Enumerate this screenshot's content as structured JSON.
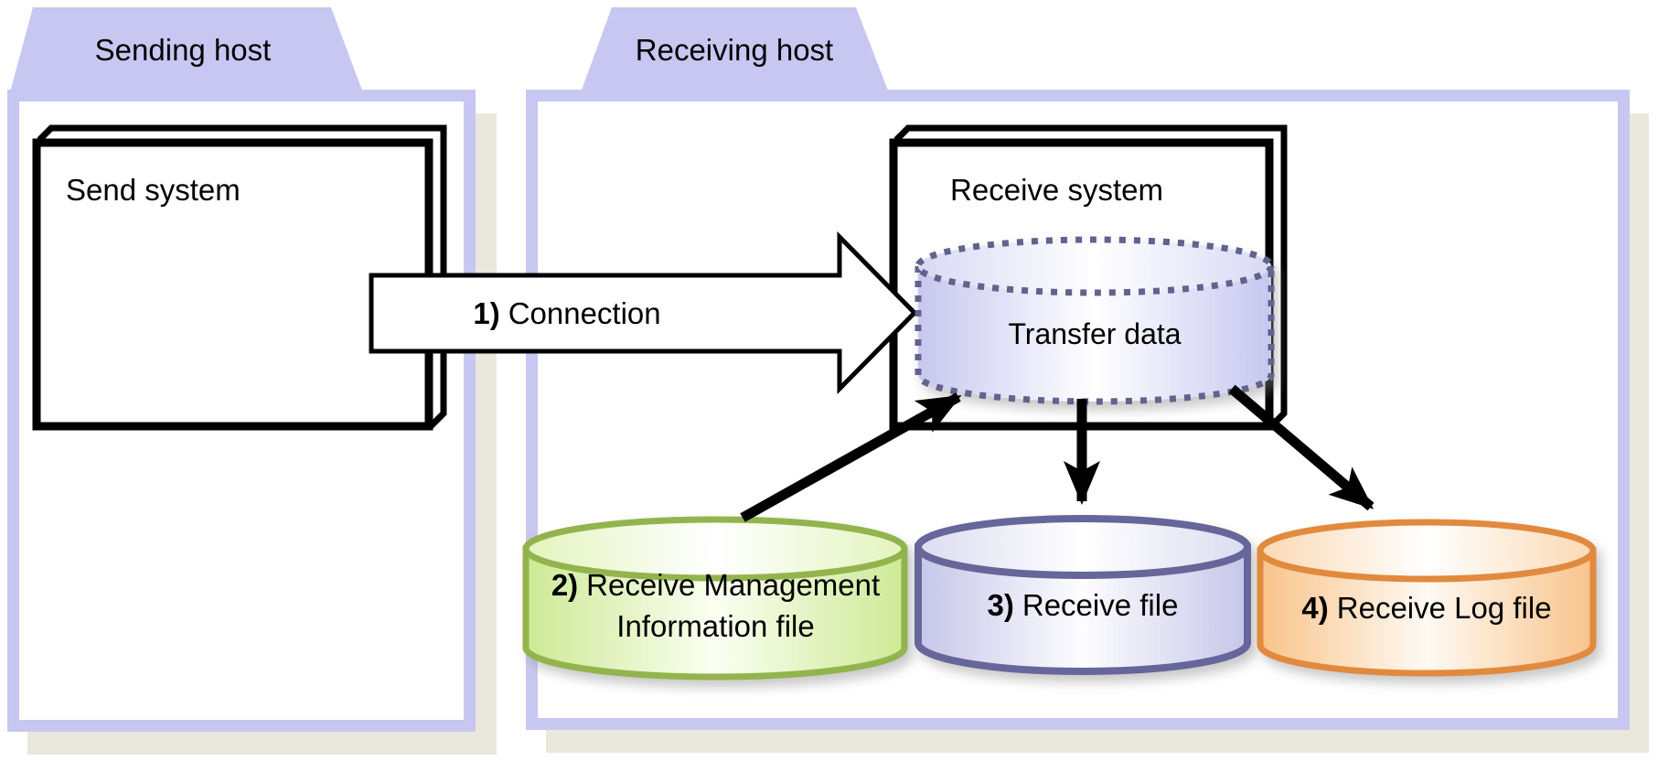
{
  "hosts": {
    "sending": {
      "tab_label": "Sending host",
      "system_label": "Send system"
    },
    "receiving": {
      "tab_label": "Receiving host",
      "system_label": "Receive system"
    }
  },
  "transfer_store": {
    "label": "Transfer data"
  },
  "flows": {
    "connection": {
      "num": "1)",
      "label": "Connection"
    },
    "mgmt_file": {
      "num": "2)",
      "line1": "Receive Management",
      "line2": "Information file"
    },
    "receive_file": {
      "num": "3)",
      "label": "Receive file"
    },
    "log_file": {
      "num": "4)",
      "label": "Receive Log file"
    }
  },
  "colors": {
    "folder_border": "#c7c7f2",
    "folder_shadow": "#eae8dc",
    "box_border": "#000000",
    "block_arrow_fill": "#ffffff",
    "arrow_color": "#000000",
    "transfer_dots": "#62628e",
    "transfer_fill_edge": "#c7c7f0",
    "green_border": "#93b44d",
    "green_fill_edge": "#cde995",
    "purple_border": "#66669a",
    "purple_fill_edge": "#c6c6e9",
    "orange_border": "#e18a3e",
    "orange_fill_edge": "#f8c38a"
  }
}
